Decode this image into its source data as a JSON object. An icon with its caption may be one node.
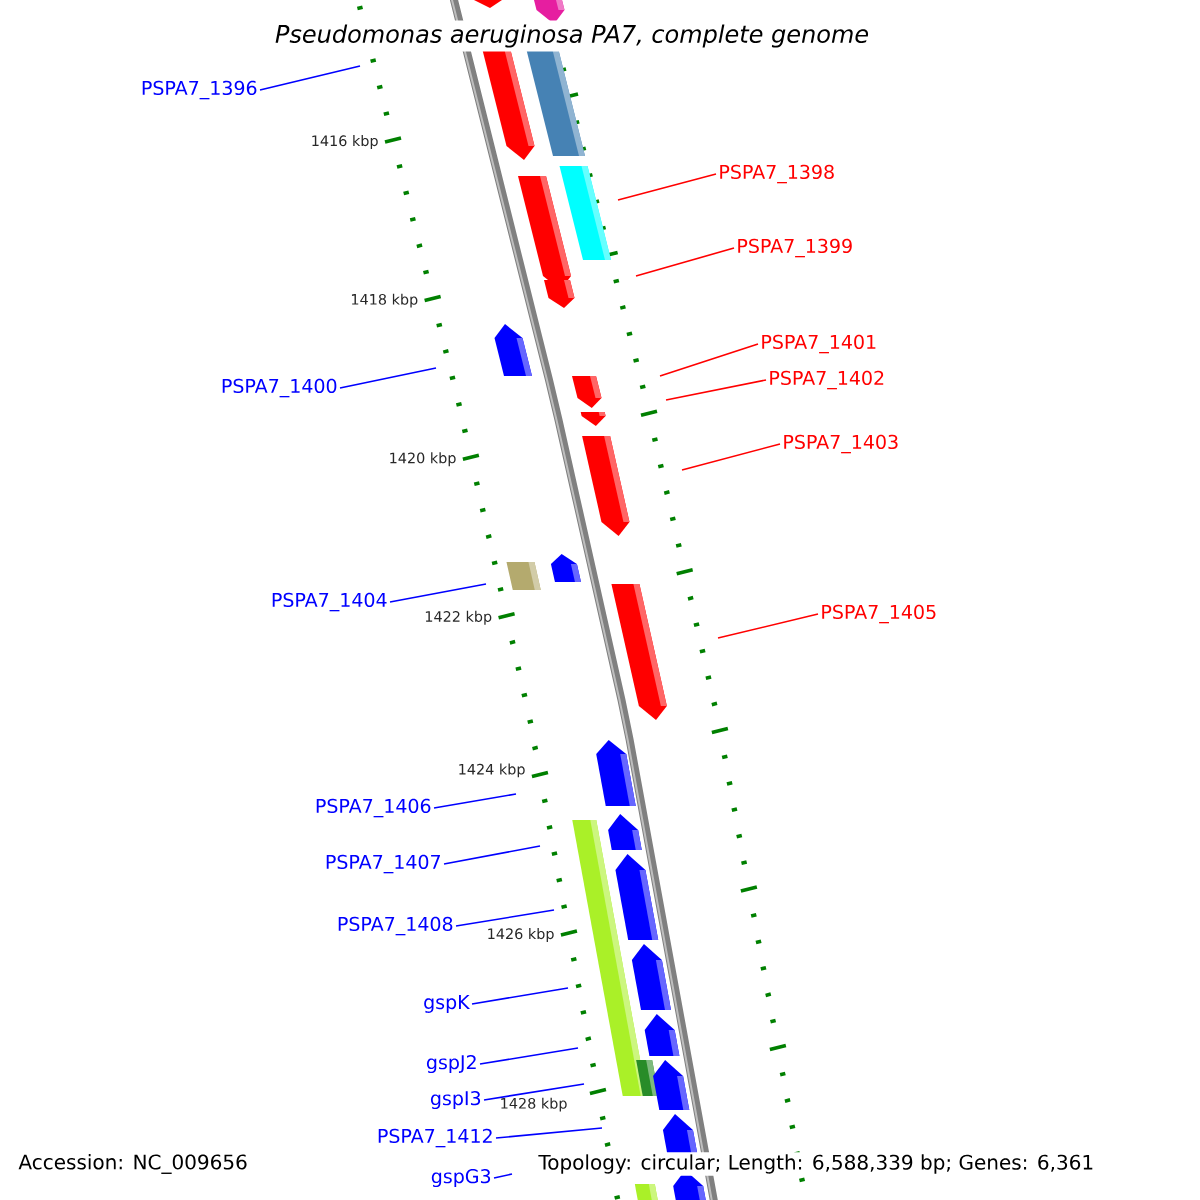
{
  "diagram": {
    "title": "Pseudomonas aeruginosa PA7, complete genome",
    "nodes": [
      {
        "text": [
          "PSPA7_1396"
        ]
      },
      {
        "text": [
          "PSPA7_1398"
        ]
      },
      {
        "text": [
          "PSPA7_1399"
        ]
      },
      {
        "text": [
          "PSPA7_1401"
        ]
      },
      {
        "text": [
          "PSPA7_1402"
        ]
      },
      {
        "text": [
          "PSPA7_1400"
        ]
      },
      {
        "text": [
          "PSPA7_1403"
        ]
      },
      {
        "text": [
          "PSPA7_1404"
        ]
      },
      {
        "text": [
          "PSPA7_1405"
        ]
      },
      {
        "text": [
          "PSPA7_1406"
        ]
      },
      {
        "text": [
          "PSPA7_1407"
        ]
      },
      {
        "text": [
          "PSPA7_1408"
        ]
      },
      {
        "text": [
          "gspK"
        ]
      },
      {
        "text": [
          "gspJ2"
        ]
      },
      {
        "text": [
          "gspI3"
        ]
      },
      {
        "text": [
          "PSPA7_1412"
        ]
      },
      {
        "text": [
          "gspG3"
        ]
      }
    ],
    "edges": [
      {
        "from": 0,
        "to": null,
        "arrow": "none"
      },
      {
        "from": 1,
        "to": null,
        "arrow": "none",
        "color": "#ff0000"
      },
      {
        "from": 2,
        "to": null,
        "arrow": "none",
        "color": "#ff0000"
      },
      {
        "from": 3,
        "to": null,
        "arrow": "none",
        "color": "#ff0000"
      },
      {
        "from": 4,
        "to": null,
        "arrow": "none",
        "color": "#ff0000"
      },
      {
        "from": 5,
        "to": null,
        "arrow": "none"
      },
      {
        "from": 6,
        "to": null,
        "arrow": "none",
        "color": "#ff0000"
      },
      {
        "from": 7,
        "to": null,
        "arrow": "none"
      },
      {
        "from": 8,
        "to": null,
        "arrow": "none",
        "color": "#ff0000"
      },
      {
        "from": 9,
        "to": null,
        "arrow": "none"
      },
      {
        "from": 10,
        "to": null,
        "arrow": "none"
      },
      {
        "from": 11,
        "to": null,
        "arrow": "none"
      },
      {
        "from": 12,
        "to": null,
        "arrow": "none"
      },
      {
        "from": 13,
        "to": null,
        "arrow": "none"
      },
      {
        "from": 14,
        "to": null,
        "arrow": "none"
      },
      {
        "from": 15,
        "to": null,
        "arrow": "none"
      },
      {
        "from": 16,
        "to": null,
        "arrow": "none"
      }
    ],
    "labels": [
      "1416 kbp",
      "1418 kbp",
      "1420 kbp",
      "1422 kbp",
      "1424 kbp",
      "1426 kbp",
      "1428 kbp",
      "Accession: NC_009656",
      "Topology: circular; Length: 6,588,339 bp; Genes: 6,361"
    ]
  }
}
